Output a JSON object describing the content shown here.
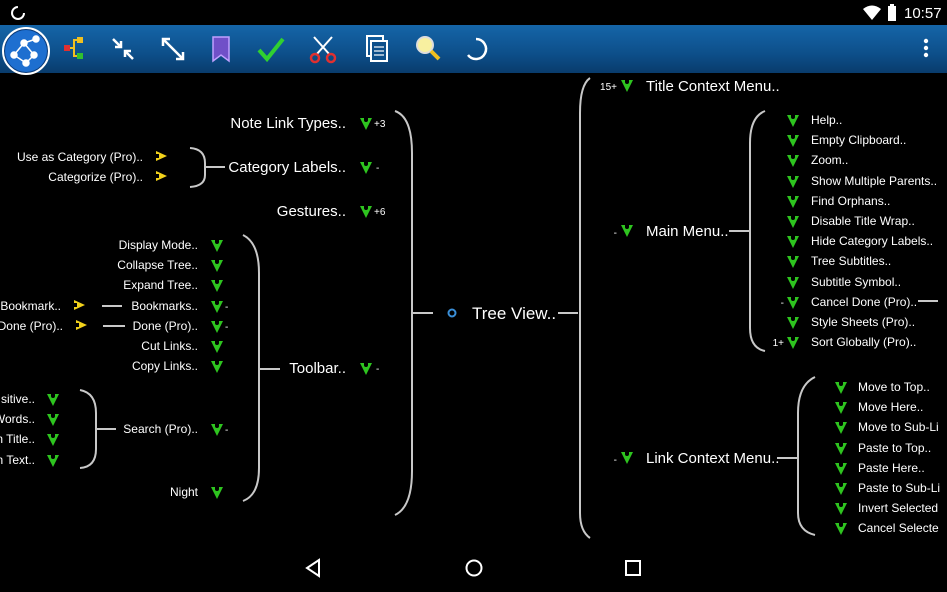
{
  "status": {
    "time": "10:57"
  },
  "toolbar": {
    "buttons": [
      "app-logo-icon",
      "tree-structure-icon",
      "collapse-arrows-icon",
      "expand-arrows-icon",
      "bookmark-icon",
      "check-icon",
      "scissors-icon",
      "copy-pages-icon",
      "search-icon",
      "refresh-icon",
      "overflow-menu-icon"
    ]
  },
  "tree": {
    "root": {
      "label": "Tree View.."
    },
    "left": {
      "note_link_types": {
        "label": "Note Link Types..",
        "badge": "+3"
      },
      "category_labels": {
        "label": "Category Labels..",
        "badge": "-",
        "children": [
          "Use as Category (Pro)..",
          "Categorize (Pro).."
        ]
      },
      "gestures": {
        "label": "Gestures..",
        "badge": "+6"
      },
      "toolbar": {
        "label": "Toolbar..",
        "badge": "-",
        "items": [
          {
            "label": "Display Mode.."
          },
          {
            "label": "Collapse Tree.."
          },
          {
            "label": "Expand Tree.."
          },
          {
            "label": "Bookmarks..",
            "badge": "-",
            "child": "Bookmark.."
          },
          {
            "label": "Done (Pro)..",
            "badge": "-",
            "child": "Done (Pro).."
          },
          {
            "label": "Cut Links.."
          },
          {
            "label": "Copy Links.."
          },
          {
            "label": "Search (Pro)..",
            "badge": "-",
            "children": [
              "sitive..",
              "Words..",
              "n Title..",
              "n Text.."
            ]
          },
          {
            "label": "Night"
          }
        ]
      }
    },
    "right": {
      "title_context_menu": {
        "label": "Title Context Menu..",
        "badge": "15+"
      },
      "main_menu": {
        "label": "Main Menu..",
        "badge": "-",
        "items": [
          {
            "label": "Help.."
          },
          {
            "label": "Empty Clipboard.."
          },
          {
            "label": "Zoom.."
          },
          {
            "label": "Show Multiple Parents.."
          },
          {
            "label": "Find Orphans.."
          },
          {
            "label": "Disable Title Wrap.."
          },
          {
            "label": "Hide Category Labels.."
          },
          {
            "label": "Tree Subtitles.."
          },
          {
            "label": "Subtitle Symbol.."
          },
          {
            "label": "Cancel Done (Pro)..",
            "badge": "-"
          },
          {
            "label": "Style Sheets (Pro).."
          },
          {
            "label": "Sort Globally (Pro)..",
            "badge": "1+"
          }
        ]
      },
      "link_context_menu": {
        "label": "Link Context Menu..",
        "badge": "-",
        "items": [
          {
            "label": "Move to Top.."
          },
          {
            "label": "Move Here.."
          },
          {
            "label": "Move to Sub-Li"
          },
          {
            "label": "Paste to Top.."
          },
          {
            "label": "Paste Here.."
          },
          {
            "label": "Paste to Sub-Li"
          },
          {
            "label": "Invert Selected"
          },
          {
            "label": "Cancel Selecte"
          }
        ]
      }
    }
  },
  "colors": {
    "toolbar_bg": "#0d4f8a",
    "arrow_green": "#2ec41f",
    "arrow_yellow": "#f2d21b",
    "bracket": "#c8c8c8",
    "root_dot": "#3a8fd8"
  },
  "navbar": {
    "buttons": [
      "back-icon",
      "home-icon",
      "recents-icon"
    ]
  }
}
